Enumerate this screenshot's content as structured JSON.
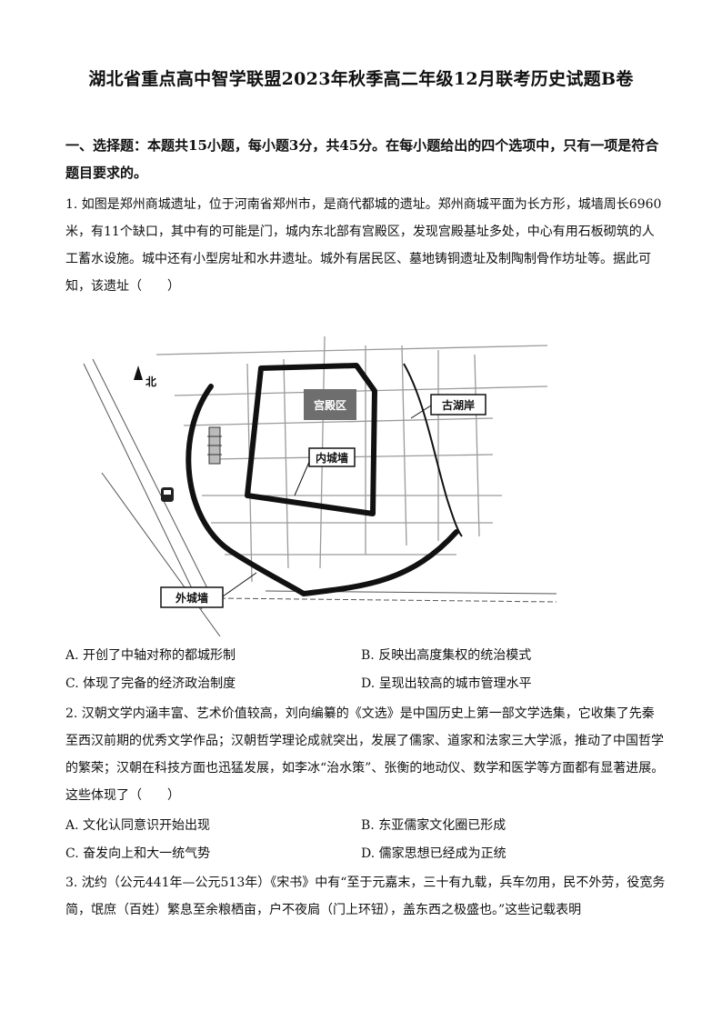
{
  "title": "湖北省重点高中智学联盟2023年秋季高二年级12月联考历史试题B卷",
  "section_heading": "一、选择题：本题共15小题，每小题3分，共45分。在每小题给出的四个选项中，只有一项是符合题目要求的。",
  "questions": [
    {
      "stem": "1. 如图是郑州商城遗址，位于河南省郑州市，是商代都城的遗址。郑州商城平面为长方形，城墙周长6960米，有11个缺口，其中有的可能是门，城内东北部有宫殿区，发现宫殿基址多处，中心有用石板砌筑的人工蓄水设施。城中还有小型房址和水井遗址。城外有居民区、墓地铸铜遗址及制陶制骨作坊址等。据此可知，该遗址（　　）",
      "options": [
        "A. 开创了中轴对称的都城形制",
        "B. 反映出高度集权的统治模式",
        "C. 体现了完备的经济政治制度",
        "D. 呈现出较高的城市管理水平"
      ]
    },
    {
      "stem": "2. 汉朝文学内涵丰富、艺术价值较高，刘向编纂的《文选》是中国历史上第一部文学选集，它收集了先秦至西汉前期的优秀文学作品；汉朝哲学理论成就突出，发展了儒家、道家和法家三大学派，推动了中国哲学的繁荣；汉朝在科技方面也迅猛发展，如李冰“治水策”、张衡的地动仪、数学和医学等方面都有显著进展。这些体现了（　　）",
      "options": [
        "A. 文化认同意识开始出现",
        "B. 东亚儒家文化圈已形成",
        "C. 奋发向上和大一统气势",
        "D. 儒家思想已经成为正统"
      ]
    },
    {
      "stem": "3. 沈约（公元441年—公元513年）《宋书》中有“至于元嘉末，三十有九载，兵车勿用，民不外劳，役宽务简，氓庶（百姓）繁息至余粮栖亩，户不夜扃（门上环钮），盖东西之极盛也。”这些记载表明"
    }
  ],
  "map": {
    "palace_label": "宫殿区",
    "inner_wall_label": "内城墙",
    "outer_wall_label": "外城墙",
    "lake_label": "古湖岸",
    "north_label": "北"
  }
}
